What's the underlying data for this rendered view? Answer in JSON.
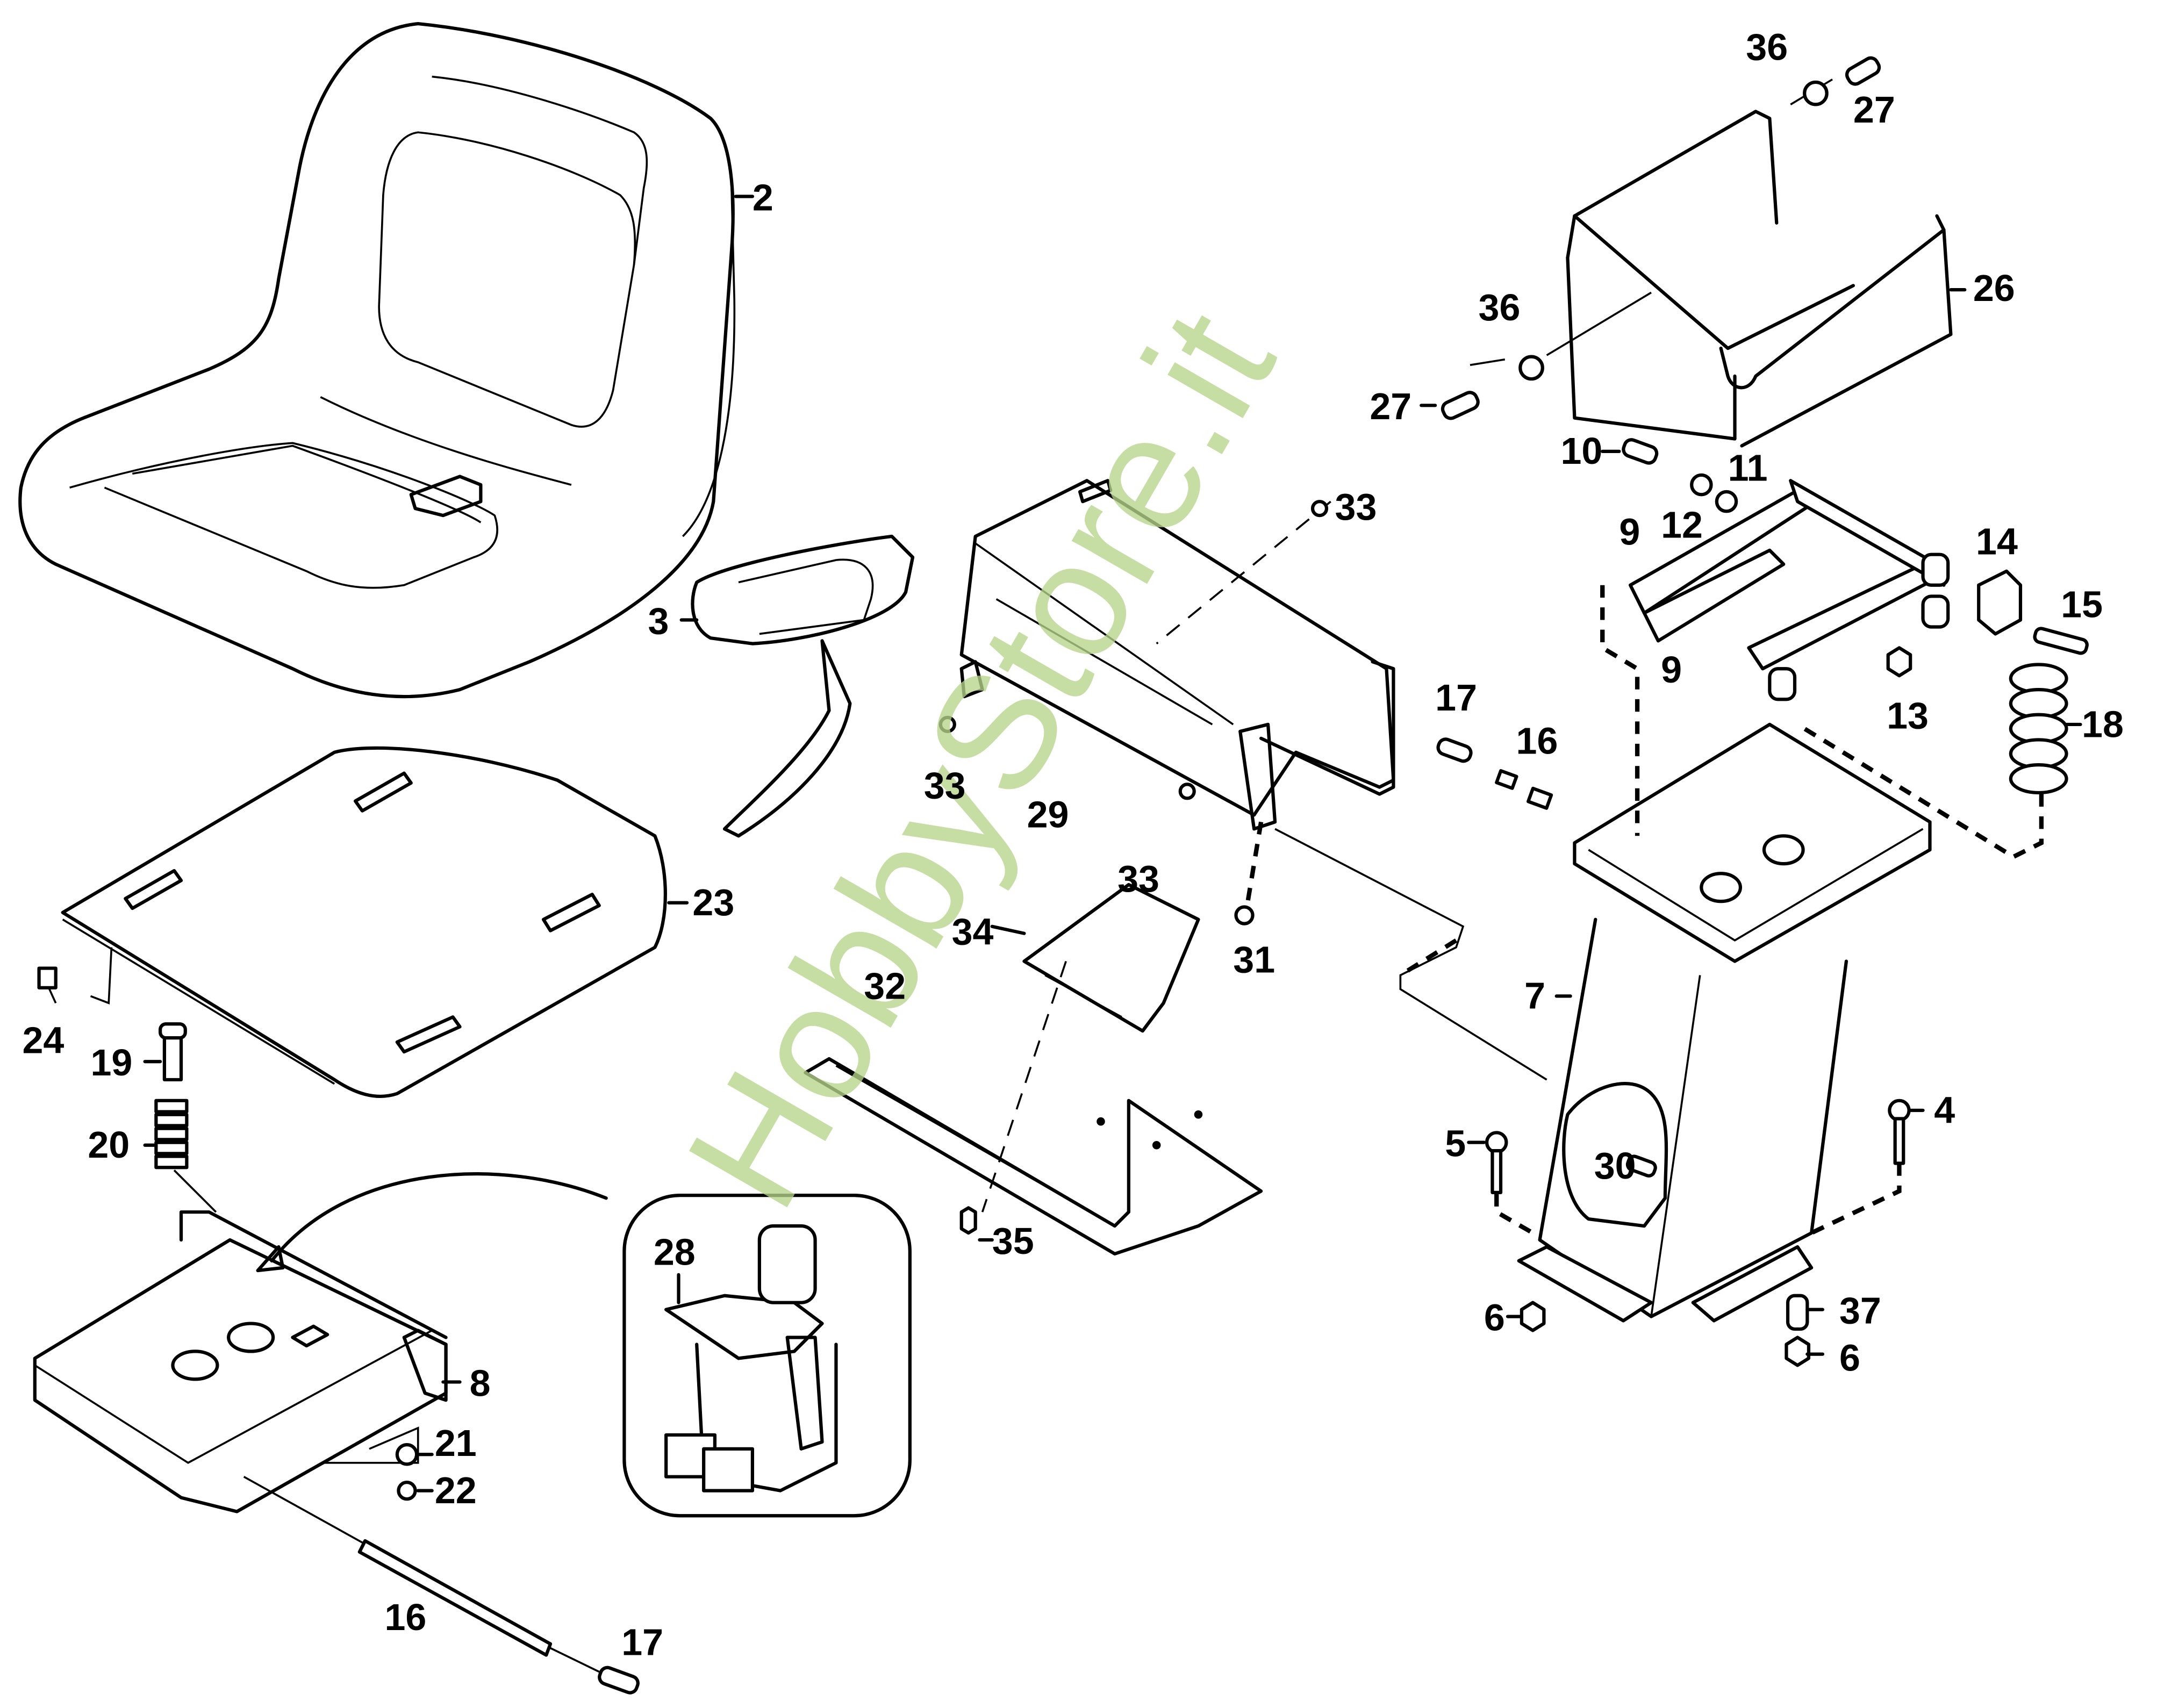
{
  "diagram": {
    "type": "exploded-parts-diagram",
    "subject": "Seat assembly with seat switch",
    "watermark": "HobbyStore.it",
    "watermark_color": "#b7d48a",
    "callouts": [
      {
        "id": "2",
        "part": "seat"
      },
      {
        "id": "3",
        "part": "armrest"
      },
      {
        "id": "4",
        "part": "screw"
      },
      {
        "id": "5",
        "part": "screw"
      },
      {
        "id": "6",
        "part": "nut"
      },
      {
        "id": "6",
        "part": "nut"
      },
      {
        "id": "7",
        "part": "seat-support-column"
      },
      {
        "id": "8",
        "part": "seat-bracket"
      },
      {
        "id": "9",
        "part": "link-arm"
      },
      {
        "id": "9",
        "part": "link-arm"
      },
      {
        "id": "10",
        "part": "bolt"
      },
      {
        "id": "11",
        "part": "washer"
      },
      {
        "id": "12",
        "part": "washer"
      },
      {
        "id": "13",
        "part": "nut"
      },
      {
        "id": "14",
        "part": "bushing-block"
      },
      {
        "id": "15",
        "part": "screw"
      },
      {
        "id": "16",
        "part": "spacer"
      },
      {
        "id": "16",
        "part": "rod"
      },
      {
        "id": "17",
        "part": "bolt"
      },
      {
        "id": "17",
        "part": "bolt"
      },
      {
        "id": "18",
        "part": "spring"
      },
      {
        "id": "19",
        "part": "pin"
      },
      {
        "id": "20",
        "part": "spring"
      },
      {
        "id": "21",
        "part": "washer"
      },
      {
        "id": "22",
        "part": "nut"
      },
      {
        "id": "23",
        "part": "seat-plate"
      },
      {
        "id": "24",
        "part": "bolt"
      },
      {
        "id": "26",
        "part": "cover"
      },
      {
        "id": "27",
        "part": "bolt"
      },
      {
        "id": "27",
        "part": "bolt"
      },
      {
        "id": "28",
        "part": "seat-switch"
      },
      {
        "id": "29",
        "part": "housing-cover"
      },
      {
        "id": "30",
        "part": "screw"
      },
      {
        "id": "31",
        "part": "nut"
      },
      {
        "id": "32",
        "part": "rail"
      },
      {
        "id": "33",
        "part": "screw"
      },
      {
        "id": "33",
        "part": "screw"
      },
      {
        "id": "33",
        "part": "screw"
      },
      {
        "id": "34",
        "part": "bracket"
      },
      {
        "id": "35",
        "part": "screw"
      },
      {
        "id": "36",
        "part": "washer"
      },
      {
        "id": "36",
        "part": "washer"
      },
      {
        "id": "37",
        "part": "spacer"
      }
    ]
  }
}
